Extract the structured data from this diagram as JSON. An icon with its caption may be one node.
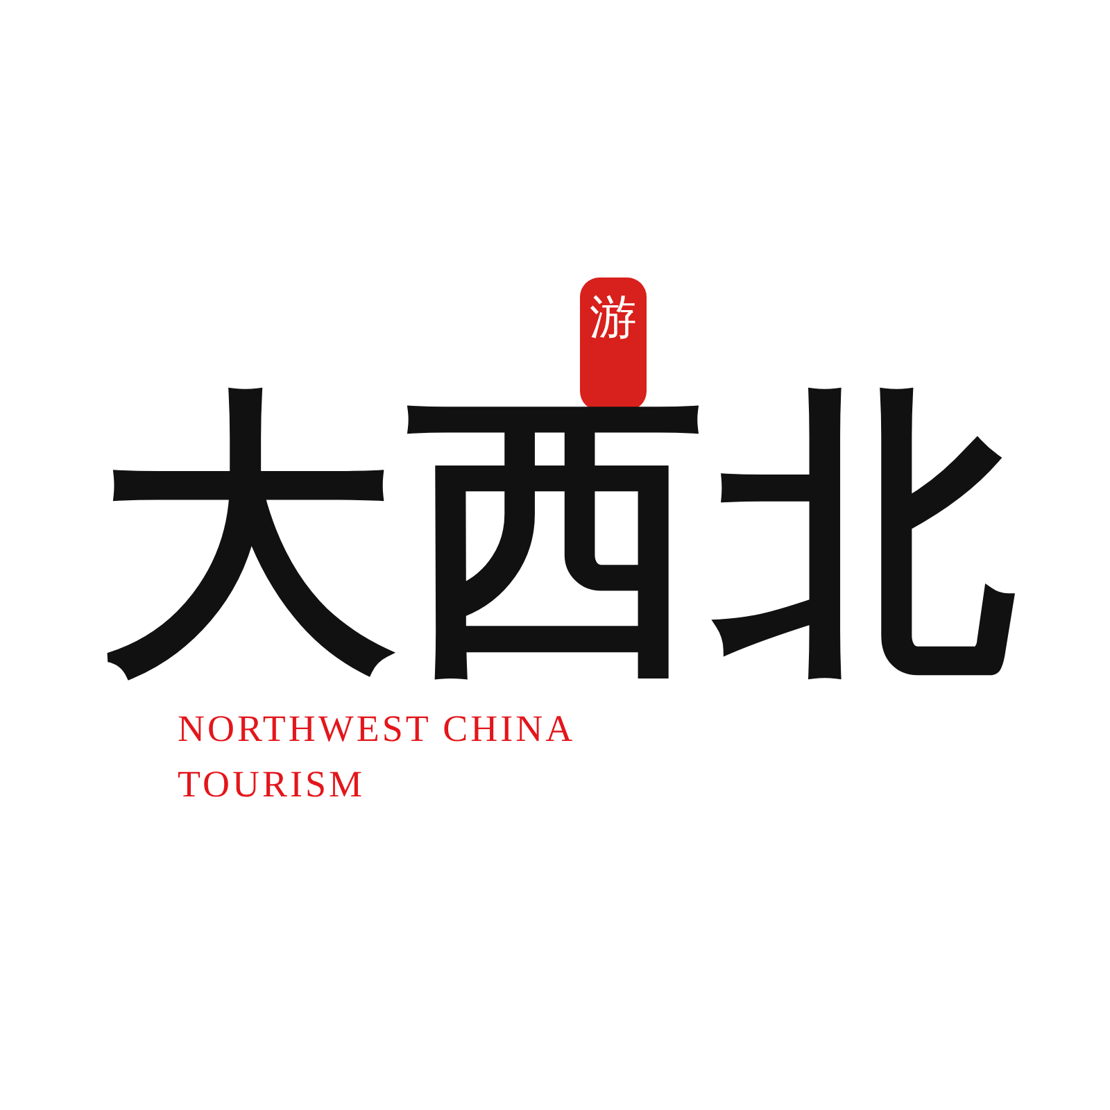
{
  "diagram": {
    "nodes": [
      {
        "text": [
          "游"
        ]
      }
    ],
    "labels": [
      "大西北",
      "NORTHWEST CHINA TOURISM"
    ]
  }
}
